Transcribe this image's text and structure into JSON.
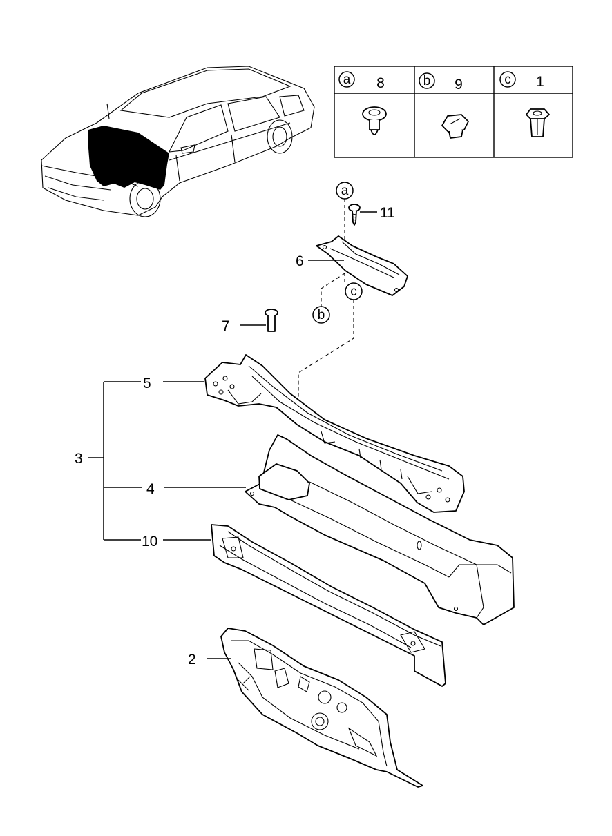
{
  "legend": {
    "cells": [
      {
        "letter": "a",
        "part_number": "8",
        "icon": "push-rivet-clip-icon"
      },
      {
        "letter": "b",
        "part_number": "9",
        "icon": "flat-retainer-clip-icon"
      },
      {
        "letter": "c",
        "part_number": "1",
        "icon": "nut-clip-icon"
      }
    ]
  },
  "callouts": {
    "c11": "11",
    "c6": "6",
    "c7": "7",
    "c5": "5",
    "c3": "3",
    "c4": "4",
    "c10": "10",
    "c2": "2"
  },
  "markers": {
    "a": "a",
    "b": "b",
    "c": "c"
  },
  "colors": {
    "line": "#000000",
    "background": "#ffffff",
    "highlight": "#000000"
  }
}
